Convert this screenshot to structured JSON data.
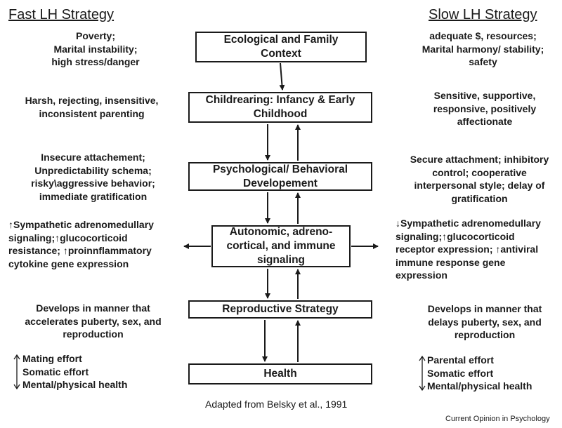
{
  "left": {
    "heading": "Fast LH Strategy",
    "blocks": [
      [
        "Poverty;",
        "Marital instability;",
        "high stress/danger"
      ],
      [
        "Harsh, rejecting, insensitive,",
        "inconsistent parenting"
      ],
      [
        "Insecure attachement;",
        "Unpredictability schema;",
        "risky\\aggressive behavior;",
        "immediate gratification"
      ],
      [
        "Sympathetic adrenomedullary",
        "signaling;",
        "glucocorticoid",
        "resistance;",
        "proinnflammatory",
        "cytokine gene expression"
      ],
      [
        "Develops in manner that",
        "accelerates puberty, sex, and",
        "reproduction"
      ],
      [
        "Mating effort",
        "Somatic effort",
        "Mental/physical health"
      ]
    ]
  },
  "right": {
    "heading": "Slow LH Strategy",
    "blocks": [
      [
        "adequate $, resources;",
        "Marital harmony/ stability;",
        "safety"
      ],
      [
        "Sensitive, supportive,",
        "responsive, positively",
        "affectionate"
      ],
      [
        "Secure attachment; inhibitory",
        "control; cooperative",
        "interpersonal style; delay of",
        "gratification"
      ],
      [
        "Sympathetic adrenomedullary",
        "signaling;",
        "glucocorticoid",
        "receptor expression;",
        "antiviral",
        "immune response gene",
        "expression"
      ],
      [
        "Develops in manner that",
        "delays puberty, sex, and",
        "reproduction"
      ],
      [
        "Parental effort",
        "Somatic effort",
        "Mental/physical health"
      ]
    ]
  },
  "boxes": [
    [
      "Ecological and Family",
      "Context"
    ],
    [
      "Childrearing: Infancy & Early",
      "Childhood"
    ],
    [
      "Psychological/ Behavioral",
      "Developement"
    ],
    [
      "Autonomic, adreno-",
      "cortical, and immune",
      "signaling"
    ],
    [
      "Reproductive Strategy"
    ],
    [
      "Health"
    ]
  ],
  "caption": "Adapted from Belsky et al., 1991",
  "credit": "Current Opinion in Psychology"
}
